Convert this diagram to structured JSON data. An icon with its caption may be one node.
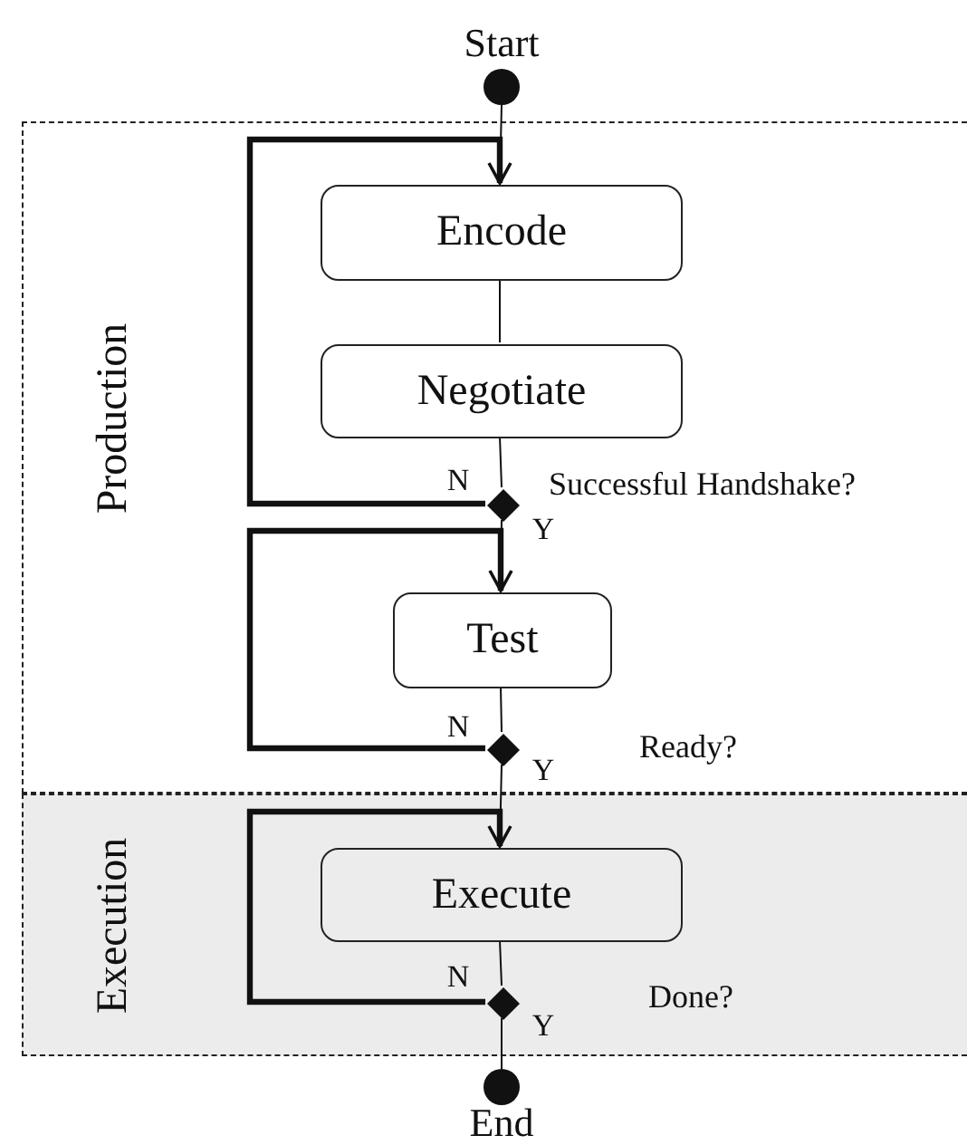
{
  "diagram": {
    "nodes": [
      {
        "text": [
          "Production"
        ]
      },
      {
        "text": [
          "Execution"
        ]
      },
      {
        "text": [],
        "shape": "circle",
        "beside": [
          "Start"
        ]
      },
      {
        "text": [
          "Encode"
        ],
        "in": 0
      },
      {
        "text": [
          "Negotiate"
        ],
        "in": 0
      },
      {
        "text": [],
        "shape": "diamond",
        "in": 0,
        "beside": [
          "Successful Handshake?"
        ]
      },
      {
        "text": [
          "Test"
        ],
        "in": 0
      },
      {
        "text": [],
        "shape": "diamond",
        "in": 0
      },
      {
        "text": [
          "Execute"
        ],
        "in": 1
      },
      {
        "text": [],
        "shape": "diamond",
        "in": 1
      },
      {
        "text": [],
        "shape": "circle",
        "beside": [
          "End"
        ]
      }
    ],
    "edges": [
      {
        "from": 2,
        "to": 3,
        "arrow": "none"
      },
      {
        "from": 3,
        "to": 4,
        "arrow": "none"
      },
      {
        "from": 4,
        "to": 5,
        "arrow": "none"
      },
      {
        "from": 5,
        "to": 3,
        "arrow": "to",
        "label": "N",
        "style": "thick"
      },
      {
        "from": 5,
        "to": 6,
        "arrow": "none",
        "label": "Y"
      },
      {
        "from": 6,
        "to": 7,
        "arrow": "none"
      },
      {
        "from": 7,
        "to": 6,
        "arrow": "to",
        "label": "N",
        "style": "thick"
      },
      {
        "from": 7,
        "to": 8,
        "arrow": "none",
        "label": "Y"
      },
      {
        "from": 8,
        "to": 9,
        "arrow": "none"
      },
      {
        "from": 9,
        "to": 8,
        "arrow": "to",
        "label": "N",
        "style": "thick"
      },
      {
        "from": 9,
        "to": 10,
        "arrow": "none",
        "label": "Y"
      }
    ],
    "labels": [
      "Ready?",
      "Done?"
    ]
  }
}
